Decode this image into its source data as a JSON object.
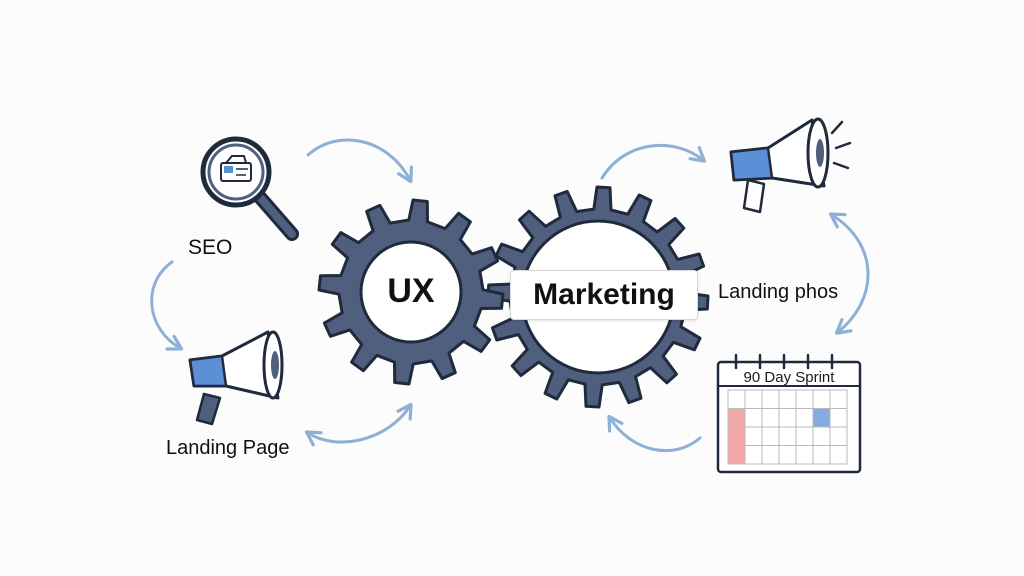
{
  "labels": {
    "seo": "SEO",
    "landing_page": "Landing Page",
    "landing_phos": "Landing phos",
    "ux": "UX",
    "marketing": "Marketing",
    "calendar_title": "90 Day Sprint"
  },
  "icons": {
    "search": "magnifying-glass-icon",
    "megaphone_left": "megaphone-icon",
    "megaphone_right": "megaphone-icon",
    "calendar": "calendar-icon",
    "gear_ux": "gear-icon",
    "gear_marketing": "gear-icon"
  },
  "colors": {
    "gear": "#4f5f7d",
    "outline": "#1f2a3d",
    "arrow": "#8fb0d6",
    "accent_blue": "#5b8fd6",
    "accent_red": "#f08a8a"
  }
}
